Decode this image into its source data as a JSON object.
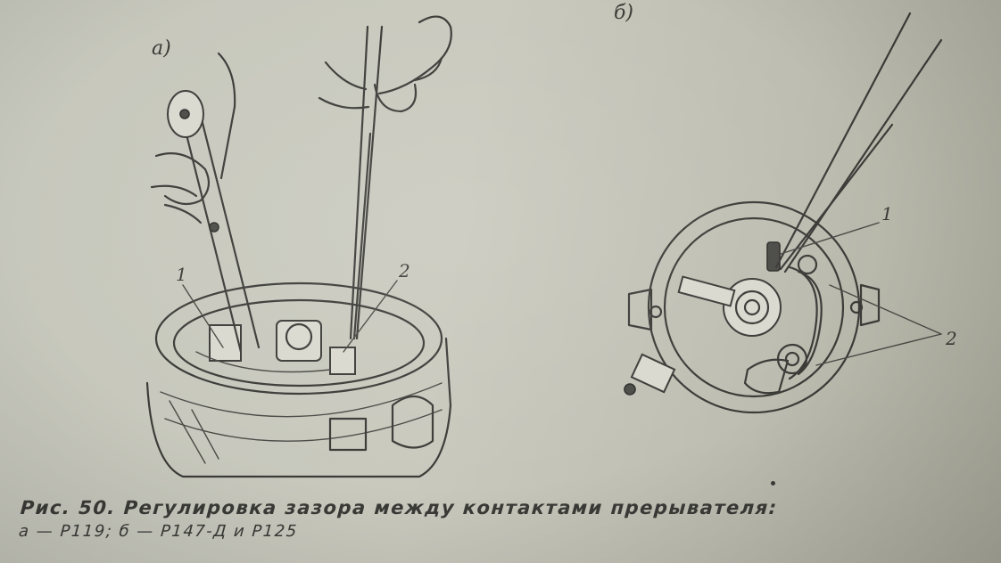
{
  "figure": {
    "panel_a_label": "а)",
    "panel_b_label": "б)",
    "callouts_a": [
      "1",
      "2"
    ],
    "callouts_b": [
      "1",
      "2"
    ],
    "caption_line1": "Рис. 50. Регулировка зазора между контактами прерывателя:",
    "caption_line2": "а — Р119; б — Р147-Д и Р125"
  }
}
